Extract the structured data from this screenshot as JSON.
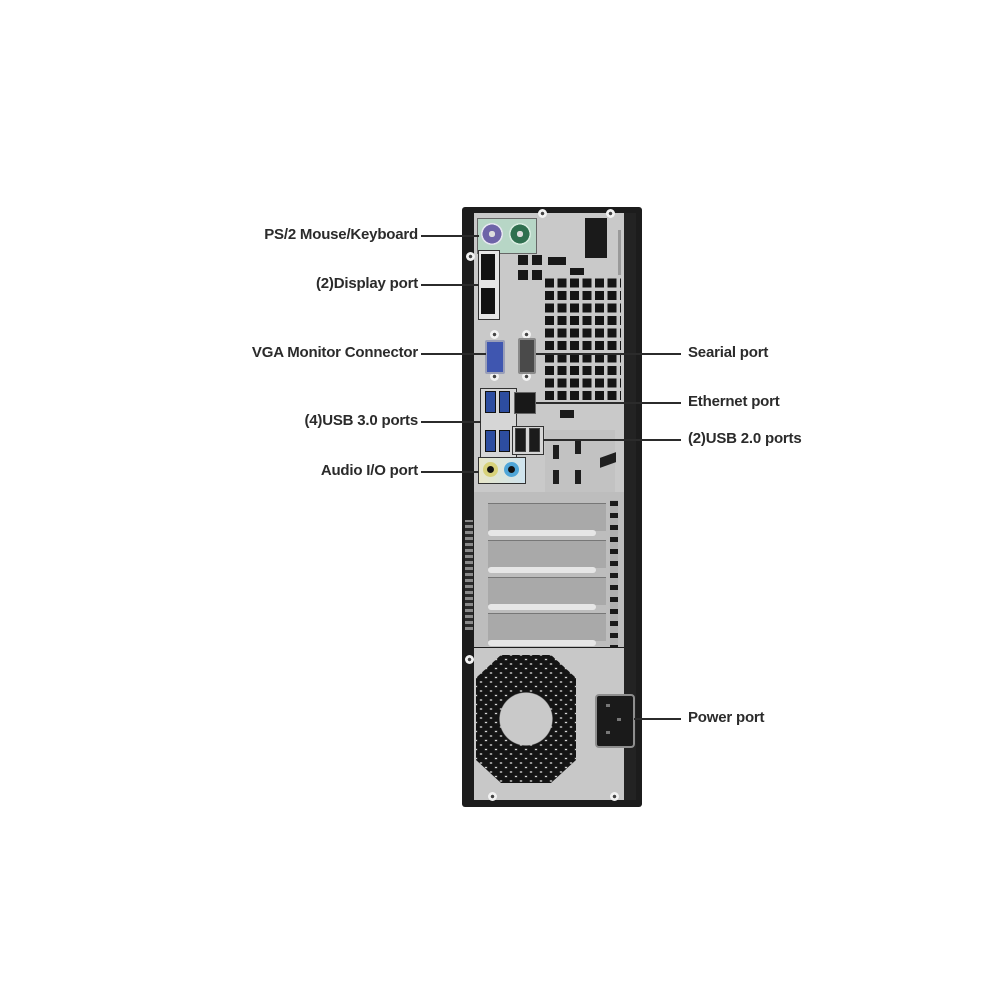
{
  "diagram": {
    "subject": "Desktop computer rear I/O panel",
    "colors": {
      "label_text": "#2b2b2b",
      "case_body": "#1c1c1c",
      "panel_metal": "#c9c9c9",
      "ps2_mouse": "#6e64a8",
      "ps2_keyboard": "#2f6f4f",
      "vga": "#3f56b0",
      "usb3": "#2d4da0",
      "audio_line_in": "#d8d27a",
      "audio_out": "#4fa6d8"
    },
    "left_labels": [
      {
        "text": "PS/2 Mouse/Keyboard",
        "target": "ps2-ports"
      },
      {
        "text": "(2)Display port",
        "target": "display-ports"
      },
      {
        "text": "VGA Monitor Connector",
        "target": "vga-port"
      },
      {
        "text": "(4)USB 3.0 ports",
        "target": "usb3-ports"
      },
      {
        "text": "Audio I/O port",
        "target": "audio-ports"
      }
    ],
    "right_labels": [
      {
        "text": "Searial port",
        "target": "serial-port"
      },
      {
        "text": "Ethernet port",
        "target": "ethernet-port"
      },
      {
        "text": "(2)USB 2.0 ports",
        "target": "usb2-ports"
      },
      {
        "text": "Power port",
        "target": "power-port"
      }
    ]
  }
}
